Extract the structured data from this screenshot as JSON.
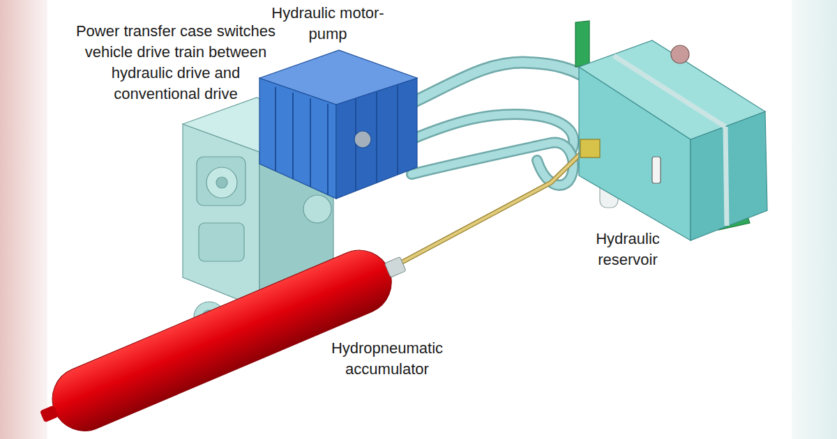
{
  "diagram": {
    "labels": [
      "Power transfer case switches vehicle drive train between hydraulic drive and conventional drive",
      "Hydraulic motor-pump",
      "Hydraulic reservoir",
      "Hydropneumatic accumulator"
    ]
  }
}
